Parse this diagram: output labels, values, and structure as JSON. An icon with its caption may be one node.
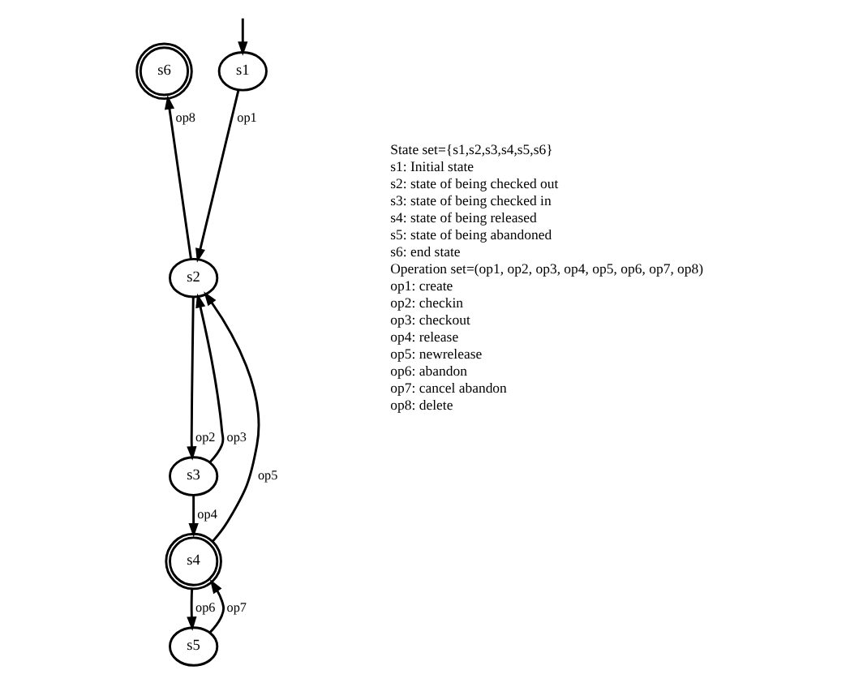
{
  "diagram": {
    "nodes": [
      {
        "text": [
          "s6"
        ]
      },
      {
        "text": [
          "s1"
        ]
      },
      {
        "text": [
          "s2"
        ]
      },
      {
        "text": [
          "s3"
        ]
      },
      {
        "text": [
          "s4"
        ]
      },
      {
        "text": [
          "s5"
        ]
      }
    ],
    "edges": [
      {
        "from": null,
        "to": 1,
        "arrow": "to"
      },
      {
        "from": 1,
        "to": 2,
        "arrow": "to",
        "label": "op1"
      },
      {
        "from": 2,
        "to": 0,
        "arrow": "to",
        "label": "op8"
      },
      {
        "from": 2,
        "to": 3,
        "arrow": "to",
        "label": "op2"
      },
      {
        "from": 3,
        "to": 2,
        "arrow": "to",
        "label": "op3"
      },
      {
        "from": 3,
        "to": 4,
        "arrow": "to",
        "label": "op4"
      },
      {
        "from": 4,
        "to": 2,
        "arrow": "to",
        "label": "op5"
      },
      {
        "from": 4,
        "to": 5,
        "arrow": "to",
        "label": "op6"
      },
      {
        "from": 5,
        "to": 4,
        "arrow": "to",
        "label": "op7"
      }
    ],
    "labels": [
      "State set={s1,s2,s3,s4,s5,s6}",
      "s1: Initial state",
      "s2: state of being checked out",
      "s3: state of being checked in",
      "s4: state of being released",
      "s5: state of being abandoned",
      "s6: end state",
      "Operation set=(op1, op2, op3, op4, op5, op6, op7, op8)",
      "op1: create",
      "op2: checkin",
      "op3: checkout",
      "op4: release",
      "op5: newrelease",
      "op6: abandon",
      "op7: cancel abandon",
      "op8: delete"
    ]
  }
}
